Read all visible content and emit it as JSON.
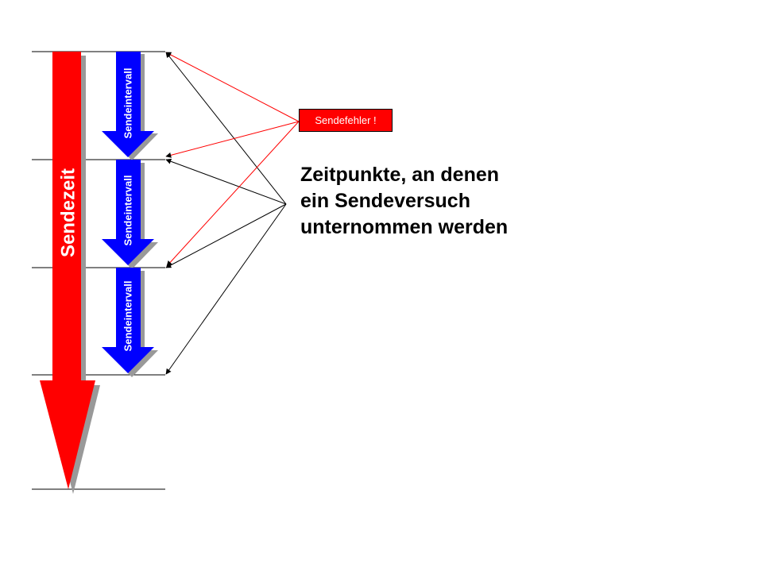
{
  "diagram": {
    "main_arrow_label": "Sendezeit",
    "interval_labels": [
      "Sendeintervall",
      "Sendeintervall",
      "Sendeintervall"
    ],
    "error_label": "Sendefehler !",
    "note_lines": [
      "Zeitpunkte, an denen",
      "ein Sendeversuch",
      "unternommen werden"
    ],
    "colors": {
      "main_arrow": "#ff0000",
      "interval_arrow": "#0000ff",
      "shadow": "#999999",
      "error_box": "#ff0000",
      "error_lines": "#ff0000",
      "note_lines": "#000000"
    }
  }
}
